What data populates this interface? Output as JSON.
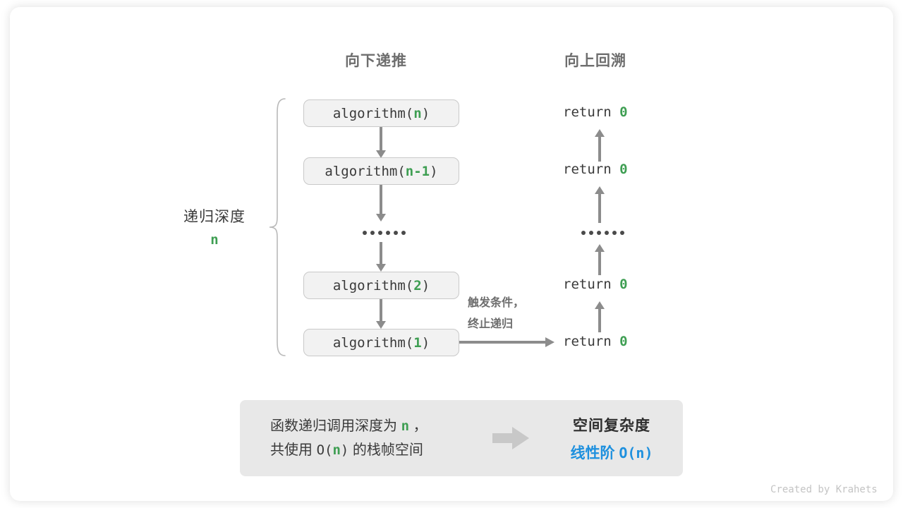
{
  "figure": {
    "headers": {
      "down": "向下递推",
      "up": "向上回溯"
    },
    "depth": {
      "label": "递归深度",
      "value": "n"
    },
    "calls": [
      {
        "name": "algorithm(",
        "arg": "n",
        "close": ")"
      },
      {
        "name": "algorithm(",
        "arg": "n-1",
        "close": ")"
      },
      {
        "name": "algorithm(",
        "arg": "2",
        "close": ")"
      },
      {
        "name": "algorithm(",
        "arg": "1",
        "close": ")"
      }
    ],
    "ellipsis": "••••••",
    "returns": [
      {
        "keyword": "return",
        "value": "0"
      },
      {
        "keyword": "return",
        "value": "0"
      },
      {
        "keyword": "return",
        "value": "0"
      },
      {
        "keyword": "return",
        "value": "0"
      }
    ],
    "trigger": {
      "line1": "触发条件，",
      "line2": "终止递归"
    },
    "summary": {
      "left_line1_prefix": "函数递归调用深度为 ",
      "left_line1_var": "n",
      "left_line1_suffix": " ，",
      "left_line2_prefix": "共使用 ",
      "left_line2_big_o": "O(",
      "left_line2_var": "n",
      "left_line2_o_close": ")",
      "left_line2_suffix": " 的栈帧空间",
      "arrow": "right-block-arrow",
      "right_title": "空间复杂度",
      "right_value_zh": "线性阶 ",
      "right_value_mono": "O(n)"
    },
    "credit": "Created by Krahets",
    "colors": {
      "green": "#3E9E52",
      "blue": "#1E90DE",
      "gray_text": "#6E6E6E",
      "dark_text": "#3A3A3A",
      "box_fill": "#F2F2F2",
      "box_border": "#C9C9C9",
      "summary_fill": "#E8E8E8",
      "arrow": "#8C8C8C"
    }
  }
}
